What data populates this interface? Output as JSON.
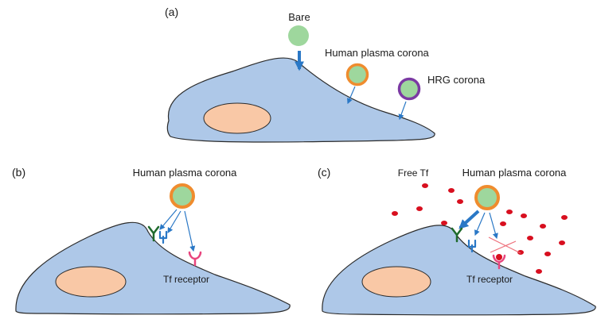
{
  "panels": {
    "a": {
      "label": "(a)",
      "bare": "Bare",
      "plasma": "Human plasma corona",
      "hrg": "HRG corona"
    },
    "b": {
      "label": "(b)",
      "plasma": "Human plasma corona",
      "receptor": "Tf receptor"
    },
    "c": {
      "label": "(c)",
      "free_tf": "Free Tf",
      "plasma": "Human plasma corona",
      "receptor": "Tf receptor"
    }
  },
  "colors": {
    "cell_fill": "#aec8e8",
    "cell_stroke": "#2b2b2b",
    "nucleus_fill": "#f9c8a6",
    "particle_core": "#9ed79d",
    "plasma_corona_ring": "#ef8c2e",
    "hrg_corona_ring": "#7b3aa3",
    "arrow": "#2a78c6",
    "receptor_green": "#1f6a2c",
    "receptor_blue": "#2a78c6",
    "tf_receptor": "#e8457e",
    "free_tf": "#d80f1f",
    "blocked_cross": "#ee6f7a"
  }
}
